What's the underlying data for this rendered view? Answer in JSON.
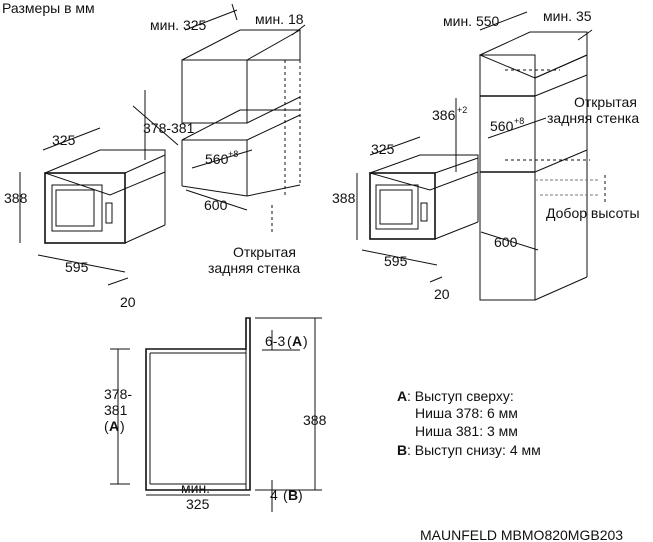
{
  "header": {
    "units_label": "Размеры в мм"
  },
  "diagram1": {
    "niche_depth": "мин. 325",
    "niche_gap": "мин. 18",
    "niche_height": "378-381",
    "opening_width": "560",
    "opening_width_sup": "+8",
    "niche_width": "600",
    "back_note_1": "Открытая",
    "back_note_2": "задняя стенка",
    "oven_depth": "325",
    "oven_height": "388",
    "oven_width": "595",
    "oven_front": "20"
  },
  "diagram2": {
    "cab_depth": "мин. 550",
    "cab_gap": "мин. 35",
    "niche_height": "386",
    "niche_height_sup": "+2",
    "opening_width": "560",
    "opening_width_sup": "+8",
    "back_note_1": "Открытая",
    "back_note_2": "задняя стенка",
    "height_add": "Добор высоты",
    "niche_width": "600",
    "oven_depth": "325",
    "oven_height": "388",
    "oven_width": "595",
    "oven_front": "20"
  },
  "diagram3": {
    "top_offset_val": "6-3",
    "top_offset_key": "A",
    "height_1": "378-",
    "height_2": "381",
    "height_key": "A",
    "depth_1": "мин.",
    "depth_2": "325",
    "total_height": "388",
    "bottom_offset_val": "4",
    "bottom_offset_key": "B"
  },
  "legend": {
    "a_key": "A",
    "a_text": ": Выступ сверху:",
    "a_line1": "Ниша 378: 6 мм",
    "a_line2": "Ниша 381: 3 мм",
    "b_key": "B",
    "b_text": ": Выступ снизу: 4 мм"
  },
  "footer": {
    "model": "MAUNFELD MBMO820MGB203"
  }
}
